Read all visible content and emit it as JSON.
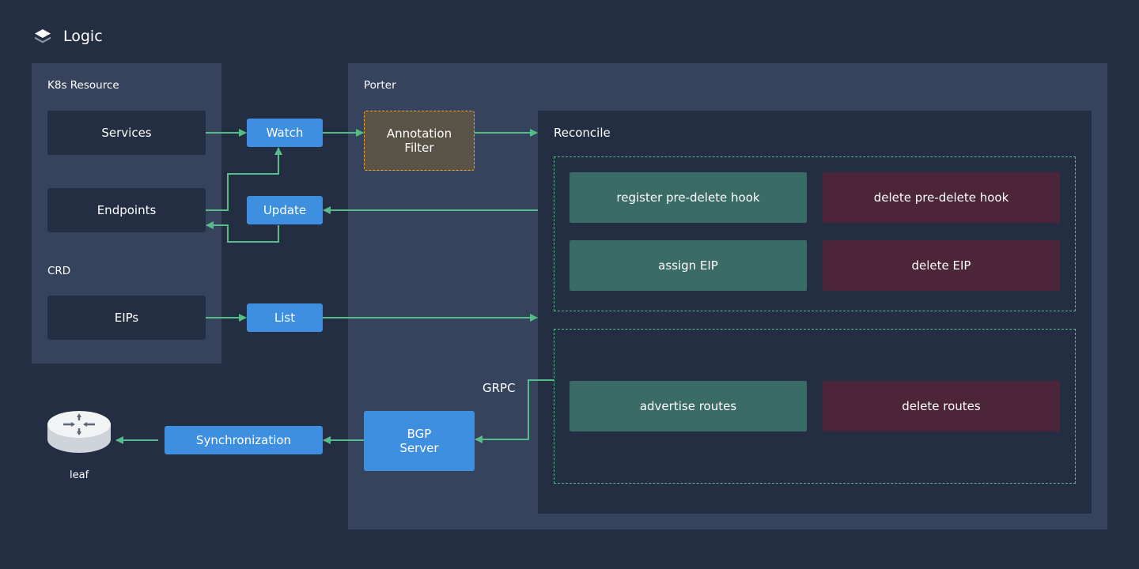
{
  "header": {
    "title": "Logic"
  },
  "k8s_panel": {
    "label": "K8s Resource",
    "services": "Services",
    "endpoints": "Endpoints",
    "crd_label": "CRD",
    "eips": "EIPs"
  },
  "actions": {
    "watch": "Watch",
    "update": "Update",
    "list": "List",
    "synchronization": "Synchronization"
  },
  "porter_panel": {
    "label": "Porter",
    "annotation_filter": "Annotation Filter",
    "bgp_server": "BGP Server",
    "grpc_label": "GRPC"
  },
  "reconcile": {
    "label": "Reconcile",
    "ops": {
      "register_hook": "register pre-delete hook",
      "delete_hook": "delete pre-delete hook",
      "assign_eip": "assign EIP",
      "delete_eip": "delete EIP",
      "advertise_routes": "advertise routes",
      "delete_routes": "delete routes"
    }
  },
  "router": {
    "label": "leaf"
  },
  "colors": {
    "background": "#242e42",
    "panel": "#36435c",
    "action_blue": "#3f8fe0",
    "arrow_green": "#55bc8a",
    "op_green": "#3a6b65",
    "op_red": "#4d2538",
    "filter_border": "#f5a623"
  }
}
